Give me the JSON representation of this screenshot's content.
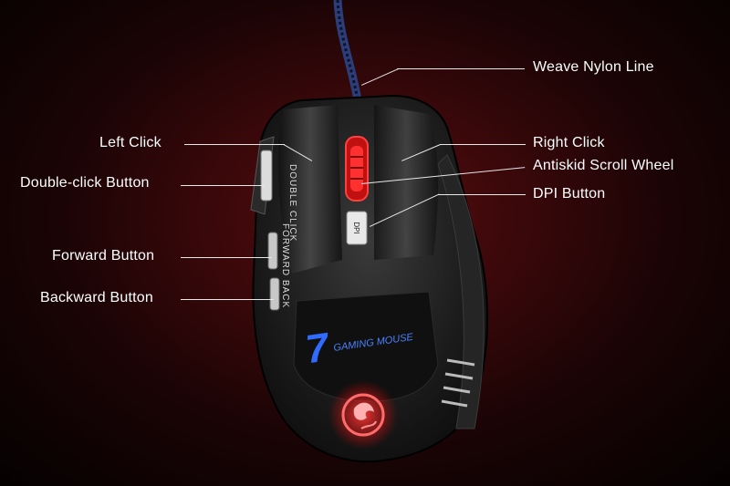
{
  "callouts": {
    "weave_nylon_line": "Weave Nylon Line",
    "left_click": "Left Click",
    "right_click": "Right Click",
    "antiskid_scroll_wheel": "Antiskid Scroll Wheel",
    "double_click_button": "Double-click Button",
    "dpi_button": "DPI Button",
    "forward_button": "Forward Button",
    "backward_button": "Backward Button"
  },
  "mouse": {
    "side_text_1": "DOUBLE CLICK",
    "side_text_2": "FORWARD BACK",
    "dpi_text": "DPI",
    "logo_text": "GAMING MOUSE"
  },
  "colors": {
    "background": "#3a080a",
    "body": "#1c1c1c",
    "led_red": "#ff2a2a",
    "led_blue": "#2f6bff"
  },
  "icons": [
    "dragon-logo-icon"
  ]
}
